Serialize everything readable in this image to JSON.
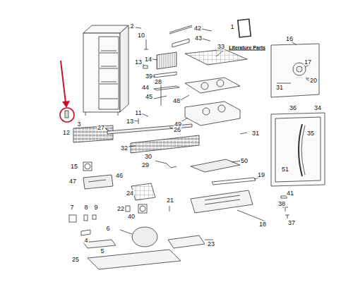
{
  "diagram": {
    "labels": [
      "1",
      "Literature Parts",
      "2",
      "10",
      "42",
      "43",
      "16",
      "33",
      "14",
      "13",
      "17",
      "39",
      "20",
      "28",
      "31",
      "44",
      "45",
      "48",
      "36",
      "34",
      "11",
      "3",
      "13",
      "49",
      "27",
      "26",
      "12",
      "31",
      "35",
      "32",
      "30",
      "50",
      "29",
      "15",
      "51",
      "46",
      "19",
      "47",
      "24",
      "41",
      "21",
      "38",
      "7",
      "8",
      "9",
      "22",
      "40",
      "37",
      "18",
      "6",
      "4",
      "23",
      "5",
      "25"
    ]
  }
}
